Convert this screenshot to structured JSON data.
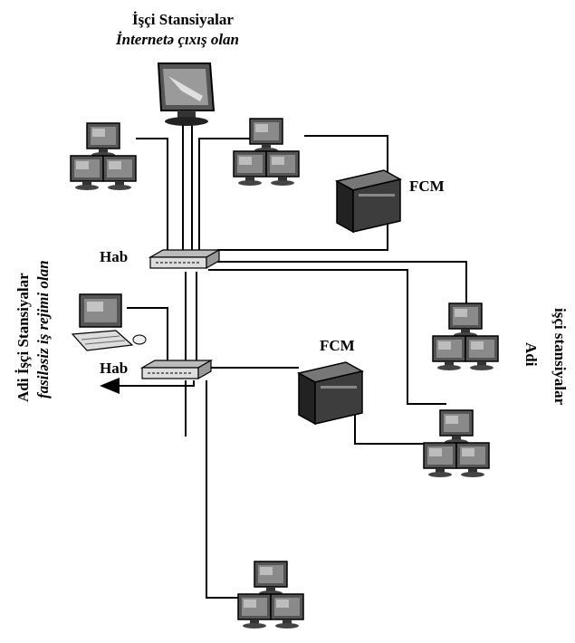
{
  "top_label": {
    "line1": "İşçi Stansiyalar",
    "line2": "İnternetə çıxış olan"
  },
  "hub_label": "Hab",
  "hub_label_2": "Hab",
  "ups_label": "FCM",
  "ups_label_2": "FCM",
  "left_label": {
    "line1": "Adi İşçi Stansiyalar",
    "line2": "fasiləsiz iş rejimi olan"
  },
  "right_label": {
    "line1": "Adi",
    "line2": "işçi stansiyalar"
  }
}
